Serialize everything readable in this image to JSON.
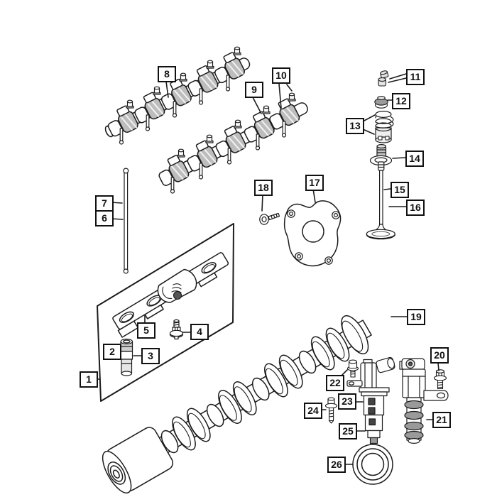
{
  "diagram": {
    "type": "exploded-parts-diagram",
    "background_color": "#ffffff",
    "line_color": "#1c1c1c",
    "shade_color": "#bdbdbd",
    "callouts": [
      {
        "id": 1,
        "label": "1"
      },
      {
        "id": 2,
        "label": "2"
      },
      {
        "id": 3,
        "label": "3"
      },
      {
        "id": 4,
        "label": "4"
      },
      {
        "id": 5,
        "label": "5"
      },
      {
        "id": 6,
        "label": "6"
      },
      {
        "id": 7,
        "label": "7"
      },
      {
        "id": 8,
        "label": "8"
      },
      {
        "id": 9,
        "label": "9"
      },
      {
        "id": 10,
        "label": "10"
      },
      {
        "id": 11,
        "label": "11"
      },
      {
        "id": 12,
        "label": "12"
      },
      {
        "id": 13,
        "label": "13"
      },
      {
        "id": 14,
        "label": "14"
      },
      {
        "id": 15,
        "label": "15"
      },
      {
        "id": 16,
        "label": "16"
      },
      {
        "id": 17,
        "label": "17"
      },
      {
        "id": 18,
        "label": "18"
      },
      {
        "id": 19,
        "label": "19"
      },
      {
        "id": 20,
        "label": "20"
      },
      {
        "id": 21,
        "label": "21"
      },
      {
        "id": 22,
        "label": "22"
      },
      {
        "id": 23,
        "label": "23"
      },
      {
        "id": 24,
        "label": "24"
      },
      {
        "id": 25,
        "label": "25"
      },
      {
        "id": 26,
        "label": "26"
      }
    ]
  }
}
